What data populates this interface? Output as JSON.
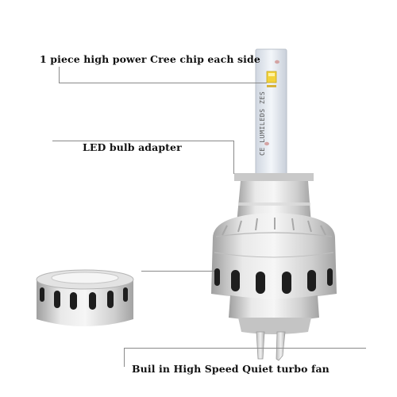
{
  "callouts": {
    "chip": "1 piece high power Cree chip each side",
    "adapter": "LED bulb adapter",
    "fan": "Buil in High Speed Quiet turbo fan"
  },
  "chip_marking": "CE LUMILEDS ZES",
  "colors": {
    "aluminum_light": "#eeeeee",
    "aluminum_mid": "#c9c9c9",
    "aluminum_dark": "#9a9a9a",
    "chip_yellow": "#f2d23a",
    "board": "#e9edf3",
    "line": "#8a8a8a"
  }
}
